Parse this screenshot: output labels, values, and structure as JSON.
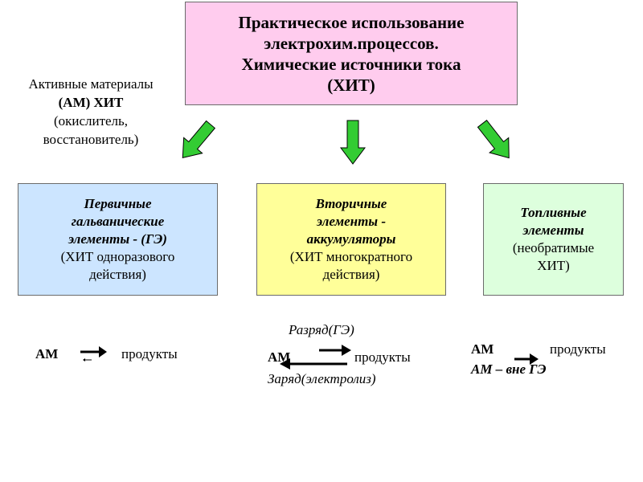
{
  "title": {
    "lines": [
      "Практическое использование",
      "электрохим.процессов.",
      "Химические источники тока",
      "(ХИТ)"
    ]
  },
  "active_materials": {
    "lines": [
      "Активные материалы",
      "(АМ) ХИТ",
      "(окислитель,",
      "восстановитель)"
    ]
  },
  "primary": {
    "heading": [
      "Первичные",
      "гальванические",
      "элементы - (ГЭ)"
    ],
    "detail": [
      "(ХИТ одноразового",
      "действия)"
    ]
  },
  "secondary": {
    "heading": [
      "Вторичные",
      "элементы -",
      "аккумуляторы"
    ],
    "detail": [
      "(ХИТ многократного",
      "действия)"
    ]
  },
  "fuel": {
    "heading": [
      "Топливные",
      "элементы"
    ],
    "detail": [
      "(необратимые",
      "ХИТ)"
    ]
  },
  "reactions": {
    "primary": {
      "reactant": "АМ",
      "product": "продукты"
    },
    "secondary": {
      "discharge": "Разряд(ГЭ)",
      "reactant": "АМ",
      "product": "продукты",
      "charge": "Заряд(электролиз)"
    },
    "fuel": {
      "reactant": "АМ",
      "product": "продукты",
      "note": "АМ – вне ГЭ"
    }
  },
  "colors": {
    "title_bg": "#ffccee",
    "primary_bg": "#cce5ff",
    "secondary_bg": "#ffff99",
    "fuel_bg": "#ddffdd",
    "arrow_fill": "#33cc33"
  }
}
